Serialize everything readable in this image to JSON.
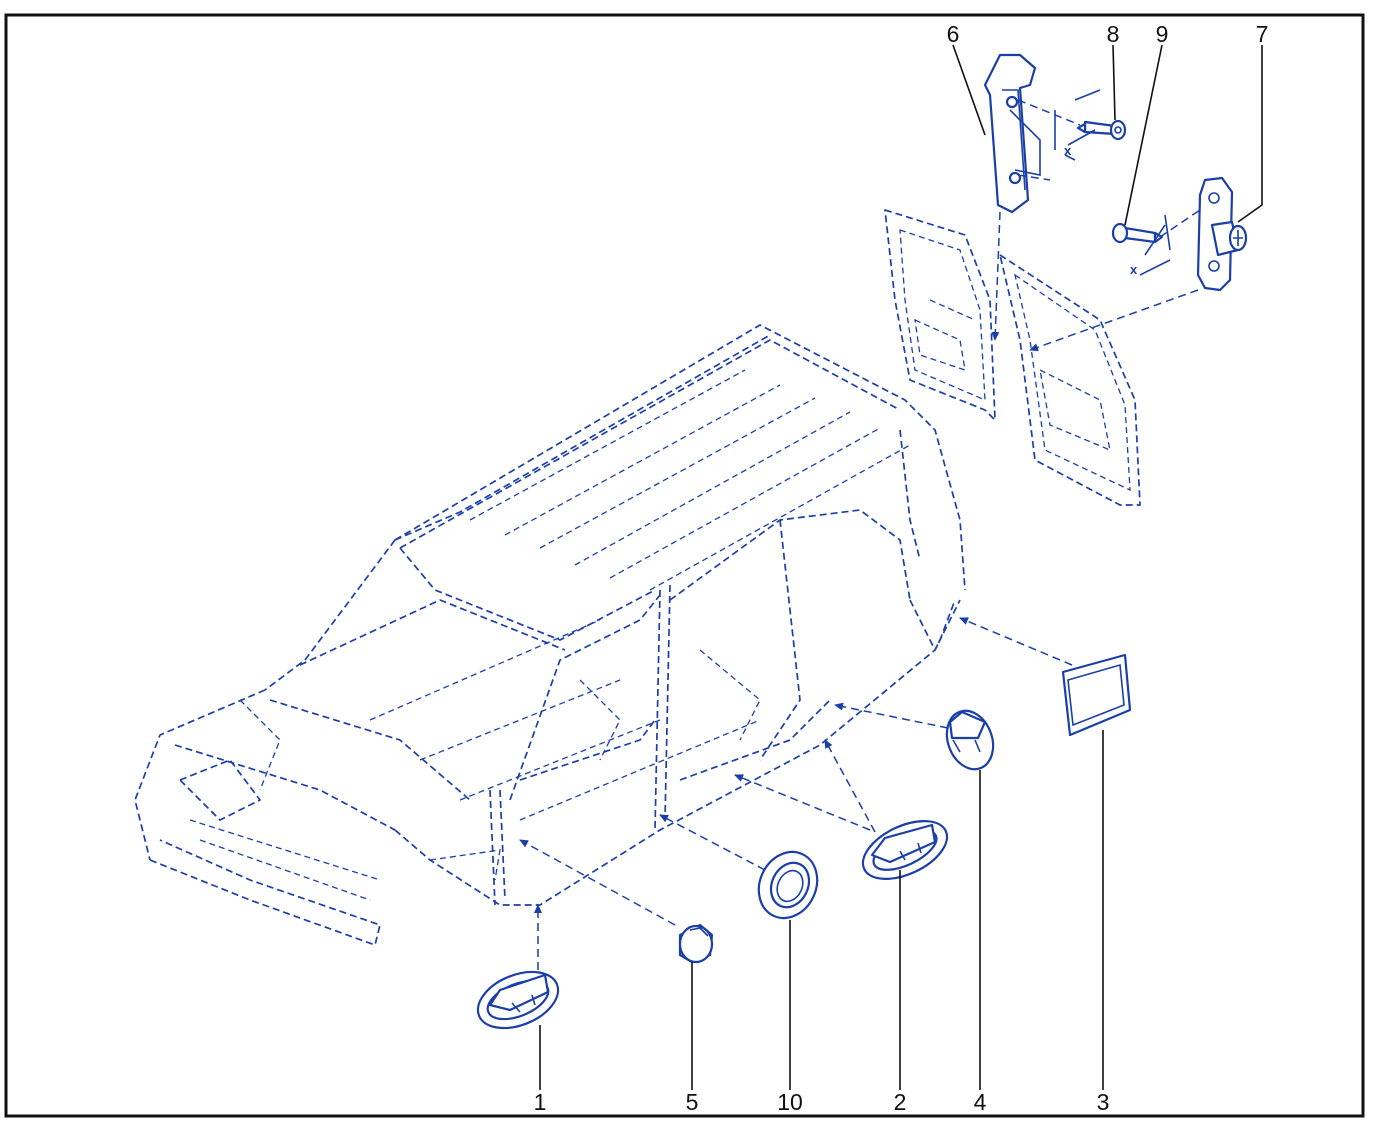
{
  "colors": {
    "line": "#1a3fa8",
    "leader": "#111111",
    "frame": "#111111",
    "background": "#ffffff"
  },
  "callouts": {
    "c1": "1",
    "c2": "2",
    "c3": "3",
    "c4": "4",
    "c5": "5",
    "c6": "6",
    "c7": "7",
    "c8": "8",
    "c9": "9",
    "c10": "10"
  },
  "dimensions": {
    "screw_8_mark": "x",
    "screw_9_mark": "x"
  }
}
